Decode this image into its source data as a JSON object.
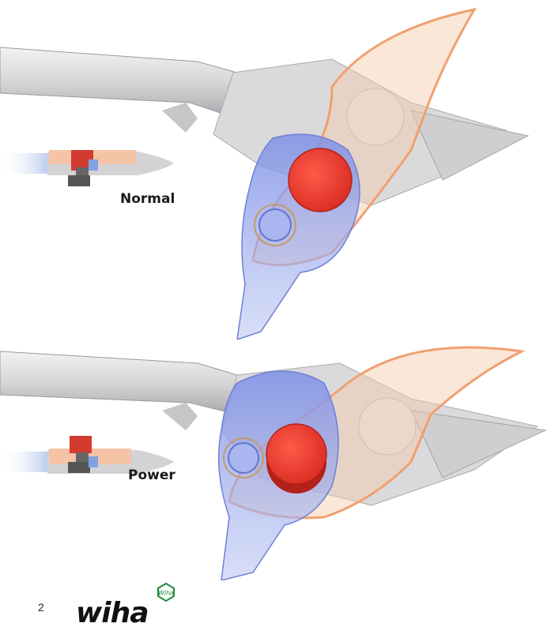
{
  "sections": [
    {
      "label": "Normal"
    },
    {
      "label": "Power"
    }
  ],
  "page_number": "2",
  "logo": {
    "wordmark": "wiha",
    "badge_text": "Wiha"
  },
  "colors": {
    "red_button": "#e8382d",
    "blue_lever": "#8a9be8",
    "orange_outline": "#f2a878",
    "steel": "#cfd0d2",
    "logo_green": "#1f8a3a"
  }
}
